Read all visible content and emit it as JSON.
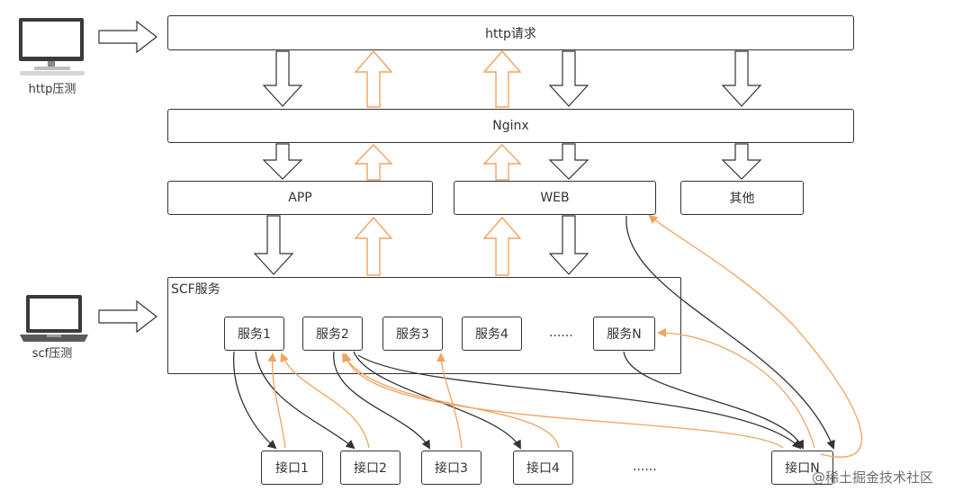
{
  "layers": {
    "http_request": "http请求",
    "nginx": "Nginx",
    "app": "APP",
    "web": "WEB",
    "other": "其他",
    "scf_service": "SCF服务"
  },
  "clients": {
    "http_label": "http压测",
    "scf_label": "scf压测"
  },
  "services": [
    "服务1",
    "服务2",
    "服务3",
    "服务4",
    "服务N"
  ],
  "services_ellipsis": "......",
  "interfaces": [
    "接口1",
    "接口2",
    "接口3",
    "接口4",
    "接口N"
  ],
  "interfaces_ellipsis": "......",
  "watermark": "@稀土掘金技术社区",
  "colors": {
    "request_arrow": "#333333",
    "response_arrow": "#f0a35e",
    "box_border": "#333333"
  }
}
